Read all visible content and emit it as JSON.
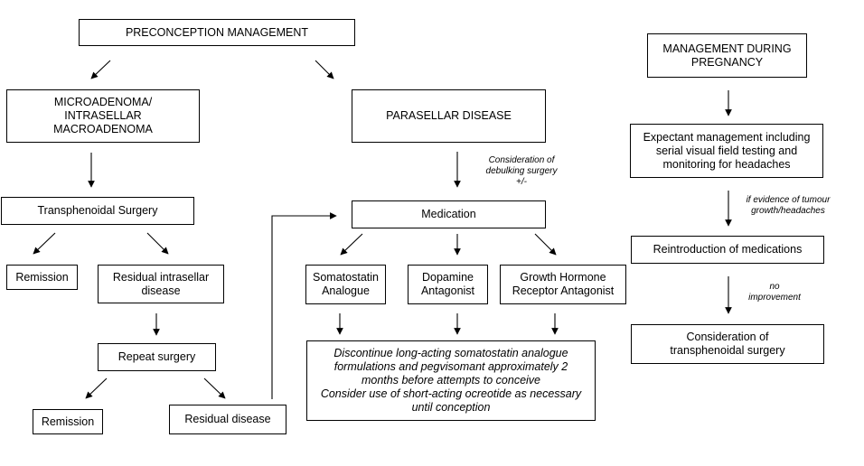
{
  "boxes": {
    "preconception": {
      "lines": [
        "PRECONCEPTION MANAGEMENT"
      ]
    },
    "microadenoma": {
      "lines": [
        "MICROADENOMA/",
        "INTRASELLAR",
        "MACROADENOMA"
      ]
    },
    "parasellar": {
      "lines": [
        "PARASELLAR DISEASE"
      ]
    },
    "transsphenoidal": {
      "lines": [
        "Transphenoidal Surgery"
      ]
    },
    "medication": {
      "lines": [
        "Medication"
      ]
    },
    "remission1": {
      "lines": [
        "Remission"
      ]
    },
    "residual_intrasellar": {
      "lines": [
        "Residual intrasellar",
        "disease"
      ]
    },
    "somatostatin": {
      "lines": [
        "Somatostatin",
        "Analogue"
      ]
    },
    "dopamine": {
      "lines": [
        "Dopamine",
        "Antagonist"
      ]
    },
    "gh_receptor": {
      "lines": [
        "Growth Hormone",
        "Receptor  Antagonist"
      ]
    },
    "repeat_surgery": {
      "lines": [
        "Repeat surgery"
      ]
    },
    "discontinue": {
      "lines": [
        "Discontinue long-acting somatostatin analogue",
        "formulations and pegvisomant approximately 2",
        "months before attempts to conceive",
        "Consider use of short-acting ocreotide as necessary",
        "until conception"
      ]
    },
    "remission2": {
      "lines": [
        "Remission"
      ]
    },
    "residual_disease": {
      "lines": [
        "Residual disease"
      ]
    },
    "management_pregnancy": {
      "lines": [
        "MANAGEMENT DURING",
        "PREGNANCY"
      ]
    },
    "expectant": {
      "lines": [
        "Expectant management including",
        "serial visual field testing and",
        "monitoring for headaches"
      ]
    },
    "reintroduction": {
      "lines": [
        "Reintroduction of medications"
      ]
    },
    "consideration_surgery": {
      "lines": [
        "Consideration of",
        "transphenoidal surgery"
      ]
    }
  },
  "notes": {
    "debulking": {
      "lines": [
        "Consideration of",
        "debulking surgery",
        "+/-"
      ]
    },
    "tumour_growth": {
      "lines": [
        "if evidence of tumour",
        "growth/headaches"
      ]
    },
    "no_improvement": {
      "lines": [
        "no",
        "improvement"
      ]
    }
  }
}
